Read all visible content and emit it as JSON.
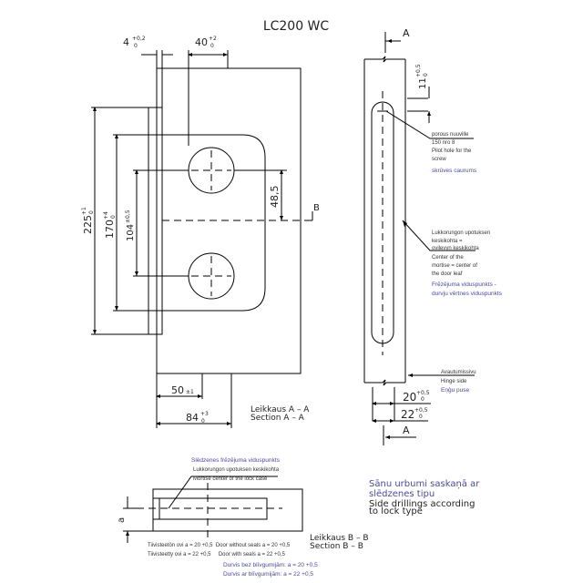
{
  "title": "LC200 WC",
  "dims": {
    "d4": "4",
    "d4_tol_up": "+0,2",
    "d4_tol_lo": "0",
    "d40": "40",
    "d40_tol_up": "+2",
    "d40_tol_lo": "0",
    "d225": "225",
    "d225_up": "+1",
    "d225_lo": "0",
    "d170": "170",
    "d170_up": "+4",
    "d170_lo": "0",
    "d104": "104",
    "d104_up": "±0,5",
    "d48": "48,5",
    "d50": "50",
    "d50_tol": "±1",
    "d84": "84",
    "d84_up": "+3",
    "d84_lo": "0",
    "d11": "11",
    "d11_up": "+0,5",
    "d11_lo": "0",
    "d20": "20",
    "d20_up": "+0,5",
    "d20_lo": "0",
    "d22": "22",
    "d22_up": "+0,5",
    "d22_lo": "0",
    "a": "a"
  },
  "markers": {
    "A": "A",
    "B": "B"
  },
  "sections": {
    "aa_fi": "Leikkaus A – A",
    "aa_en": "Section A – A",
    "bb_fi": "Leikkaus B – B",
    "bb_en": "Section B – B"
  },
  "notes": {
    "pilot": [
      "porous nuuville",
      "150 nro 8",
      "Pilot hole for the",
      "screw"
    ],
    "pilot_lv": "skrūves caurums",
    "center": [
      "Lukkorungon upotuksen",
      "keskikohta =",
      "ovilevyn keskikohta",
      "Center of the",
      "mortise = center of",
      "the door leaf"
    ],
    "center_lv": [
      "Frēzējuma viduspunkts -",
      "durvju vērtnes viduspunkts"
    ],
    "hinge": [
      "Avautumissivu",
      "Hinge side"
    ],
    "hinge_lv": "Eņģu puse",
    "side_lv": [
      "Sānu urbumi saskaņā ar",
      "slēdzenes tipu"
    ],
    "side_en": [
      "Side drillings according",
      "to lock type"
    ],
    "mortise_lv": "Slēdzenes frēzējuma viduspunkts",
    "mortise": [
      "Lukkorungon upotuksen keskikohta",
      "Mortise center of the lock case"
    ],
    "door": [
      "Tiivisteetön ovi a = 20 +0,5  Door without seals a = 20 +0,5",
      "Tiivisteetty ovi a = 22 +0,5     Door with seals a = 22 +0,5"
    ],
    "door_lv": [
      "Durvis bez blīvgumijām: a = 20 +0,5",
      "Durvis ar blīvgumijām: a = 22 +0,5"
    ]
  }
}
